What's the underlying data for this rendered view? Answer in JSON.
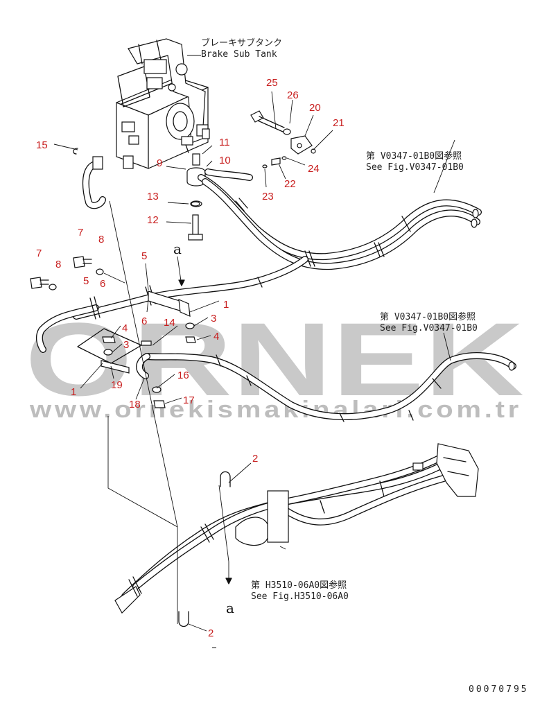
{
  "diagram": {
    "drawing_code": "00070795",
    "labels": {
      "tank_jp": "ブレーキサブタンク",
      "tank_en": "Brake Sub Tank",
      "ref1_jp": "第 V0347-01B0図参照",
      "ref1_en": "See Fig.V0347-01B0",
      "ref2_jp": "第 V0347-01B0図参照",
      "ref2_en": "See Fig.V0347-01B0",
      "ref3_jp": "第 H3510-06A0図参照",
      "ref3_en": "See Fig.H3510-06A0",
      "view_a_top": "a",
      "view_a_bottom": "a"
    },
    "callouts": {
      "c25": "25",
      "c26": "26",
      "c20": "20",
      "c21": "21",
      "c24": "24",
      "c22": "22",
      "c23": "23",
      "c11": "11",
      "c10": "10",
      "c9": "9",
      "c15": "15",
      "c13": "13",
      "c12": "12",
      "c7a": "7",
      "c8a": "8",
      "c7b": "7",
      "c8b": "8",
      "c5a": "5",
      "c6a": "6",
      "c5b": "5",
      "c6b": "6",
      "c1a": "1",
      "c3a": "3",
      "c4a": "4",
      "c14": "14",
      "c4b": "4",
      "c3b": "3",
      "c1b": "1",
      "c19": "19",
      "c16": "16",
      "c18": "18",
      "c17": "17",
      "c2a": "2",
      "c2b": "2"
    }
  },
  "watermark": {
    "brand": "ORNEK",
    "url": "www.ornekismakinalari.com.tr",
    "color": "#c9c9c9"
  },
  "colors": {
    "callout": "#c81e1e",
    "line": "#111111"
  }
}
